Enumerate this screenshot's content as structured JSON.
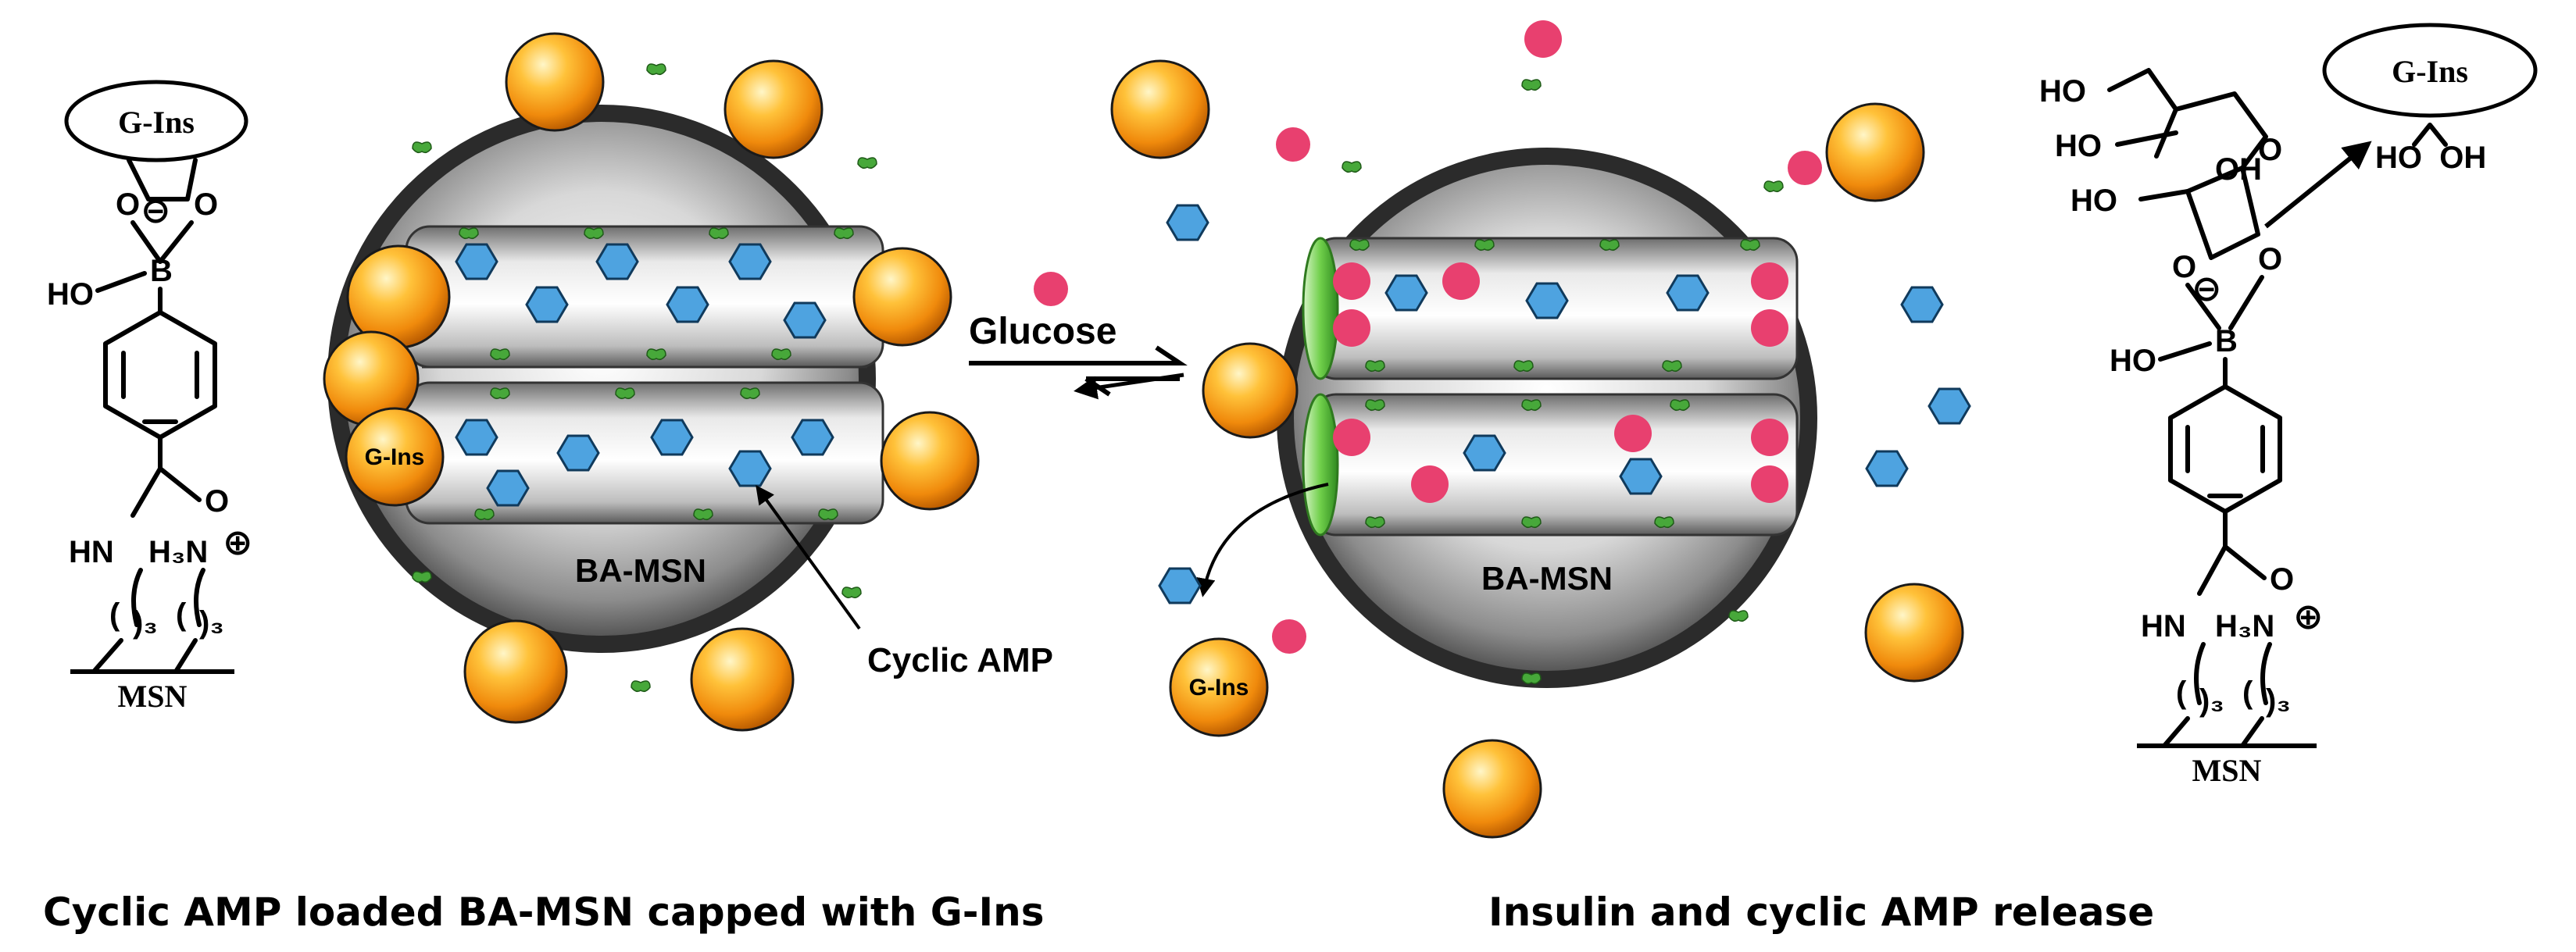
{
  "labels": {
    "left_cap": "G-Ins",
    "right_cap": "G-Ins",
    "ball_label_left": "G-Ins",
    "ball_label_right": "G-Ins",
    "nanoparticle_left": "BA-MSN",
    "nanoparticle_right": "BA-MSN",
    "cargo": "Cyclic AMP",
    "stimulus": "Glucose",
    "caption_left": "Cyclic AMP loaded BA-MSN capped with G-Ins",
    "caption_right": "Insulin and cyclic AMP release"
  },
  "chemistry": {
    "ho": "HO",
    "oxygen": "O",
    "boron": "B",
    "minus": "⊖",
    "plus": "⊕",
    "hn": "HN",
    "h3n": "H₃N",
    "chain_sub": ")₃",
    "paren": "(",
    "support": "MSN",
    "ho_oh": "HO  OH",
    "oh": "OH"
  },
  "colors": {
    "gating_ball": "#f5a623",
    "cyclic_amp": "#4ea3e0",
    "released_glucose": "#e8406f",
    "boronic_linker": "#3a9a3a",
    "nanoparticle_shell": "#2b2b2b"
  }
}
